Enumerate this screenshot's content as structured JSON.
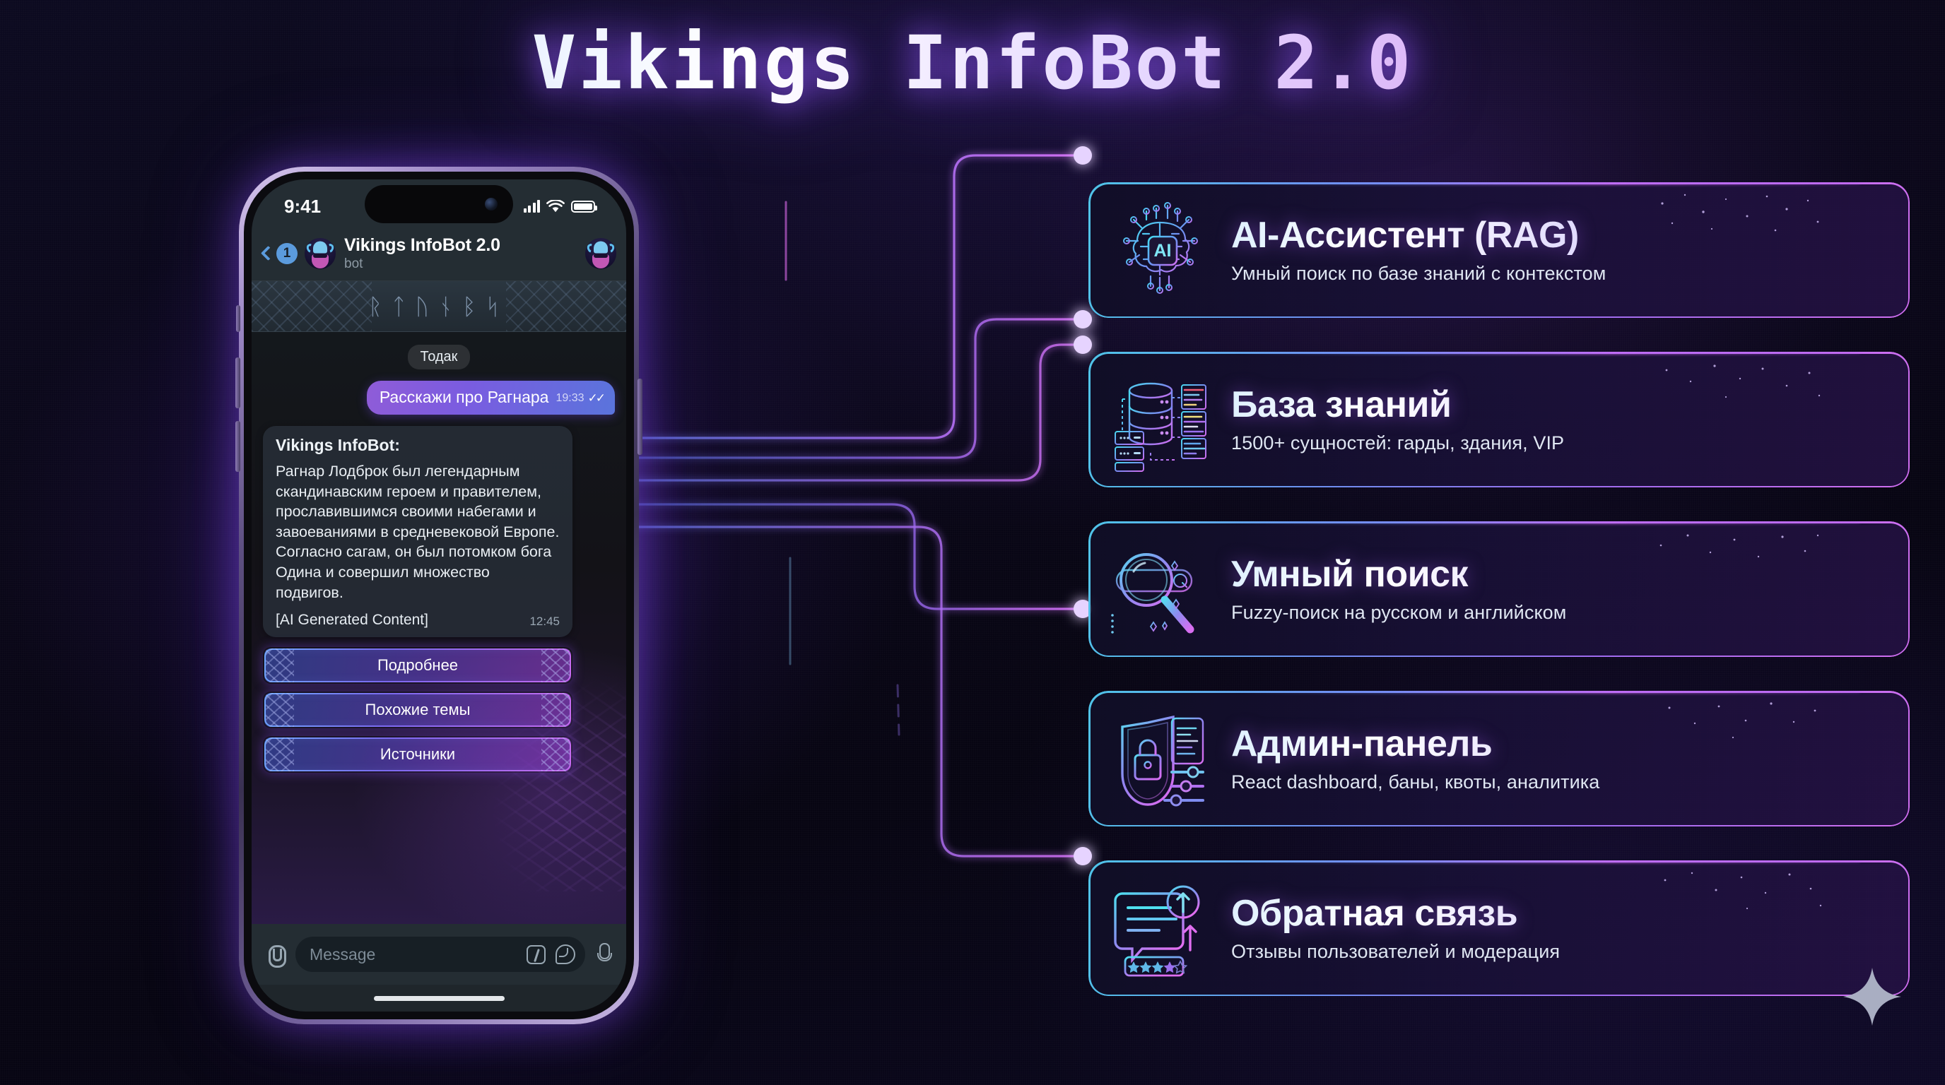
{
  "page": {
    "title": "Vikings InfoBot 2.0",
    "accent_cyan": "#4fc4e8",
    "accent_purple": "#9e6cef",
    "accent_magenta": "#d16ef0",
    "background": "#0a0718"
  },
  "phone": {
    "status_bar": {
      "time": "9:41",
      "signal_icon": "cellular-bars-icon",
      "wifi_icon": "wifi-icon",
      "battery_icon": "battery-icon"
    },
    "chat_header": {
      "back_icon": "chevron-left-icon",
      "back_badge": "1",
      "avatar_icon": "viking-avatar",
      "name": "Vikings InfoBot 2.0",
      "subtitle": "bot",
      "right_avatar_icon": "viking-avatar"
    },
    "rune_banner": {
      "runes": "ᚱᛏᚢᚾᛒᛋ",
      "left_knot_icon": "celtic-knot-icon",
      "right_knot_icon": "celtic-knot-icon"
    },
    "date_chip": "Тодак",
    "user_message": {
      "text": "Расскажи про Рагнара",
      "time": "19:33",
      "status_icon": "double-check-icon"
    },
    "bot_message": {
      "name": "Vikings InfoBot:",
      "text": "Рагнар Лодброк был легендарным скандинавским героем и правителем, прославившимся своими набегами и завоеваниями в средневековой Европе.\nСогласно сагам, он был потомком бога Одина и совершил множество подвигов.",
      "ai_tag": "[AI Generated Content]",
      "time": "12:45"
    },
    "keyboard_buttons": [
      {
        "label": "Подробнее"
      },
      {
        "label": "Похожие темы"
      },
      {
        "label": "Источники"
      }
    ],
    "input_bar": {
      "attach_icon": "paperclip-icon",
      "placeholder": "Message",
      "command_icon": "slash-command-icon",
      "sticker_icon": "sticker-icon",
      "mic_icon": "microphone-icon"
    }
  },
  "cards": [
    {
      "icon": "ai-brain-chip-icon",
      "icon_label": "AI",
      "title": "AI-Ассистент (RAG)",
      "subtitle": "Умный поиск по базе знаний с контекстом"
    },
    {
      "icon": "database-server-icon",
      "icon_label": "",
      "title": "База знаний",
      "subtitle": "1500+ сущностей: гарды, здания, VIP"
    },
    {
      "icon": "magnifier-search-icon",
      "icon_label": "",
      "title": "Умный поиск",
      "subtitle": "Fuzzy-поиск на русском и английском"
    },
    {
      "icon": "shield-lock-icon",
      "icon_label": "",
      "title": "Админ-панель",
      "subtitle": "React dashboard, баны, квоты, аналитика"
    },
    {
      "icon": "feedback-chat-stars-icon",
      "icon_label": "",
      "title": "Обратная связь",
      "subtitle": "Отзывы пользователей и модерация"
    }
  ],
  "decor": {
    "corner_sparkle_icon": "four-point-star-icon"
  }
}
